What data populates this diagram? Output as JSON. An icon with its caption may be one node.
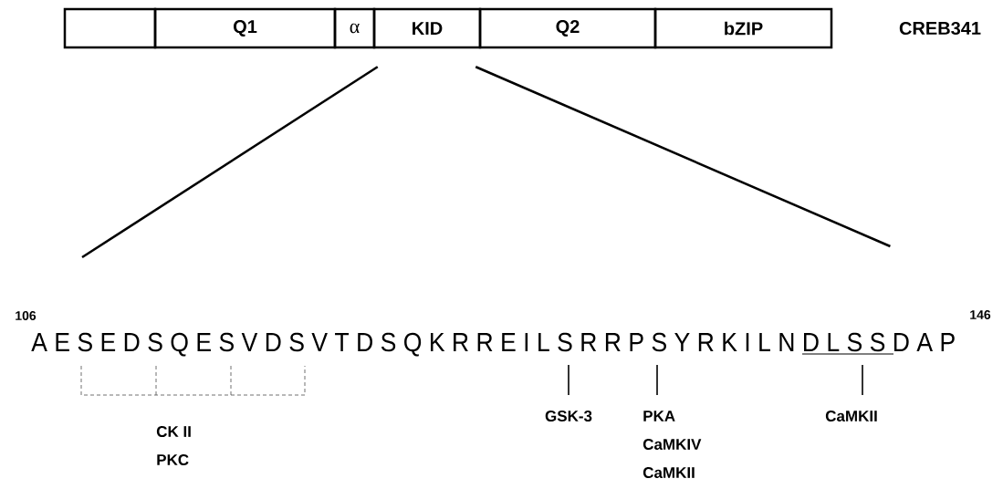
{
  "diagram": {
    "nodes": [
      {
        "text": [],
        "shape": "box"
      },
      {
        "text": [
          "Q1"
        ]
      },
      {
        "text": [
          "α"
        ]
      },
      {
        "text": [
          "KID"
        ]
      },
      {
        "text": [
          "Q2"
        ]
      },
      {
        "text": [
          "bZIP"
        ]
      },
      {
        "text": [
          "A E S E D S Q E S V D S V T D S Q K R R E I L S R R P S Y R K I L N D L S S D A P"
        ],
        "beside": [
          "106",
          "146"
        ]
      }
    ],
    "edges": [
      {
        "from": 3,
        "to": 6,
        "arrow": "none"
      },
      {
        "from": 3,
        "to": 6,
        "arrow": "none"
      }
    ],
    "labels": [
      "CREB341",
      "CK II",
      "PKC",
      "GSK-3",
      "PKA",
      "CaMKIV",
      "CaMKII",
      "CaMKII"
    ]
  }
}
